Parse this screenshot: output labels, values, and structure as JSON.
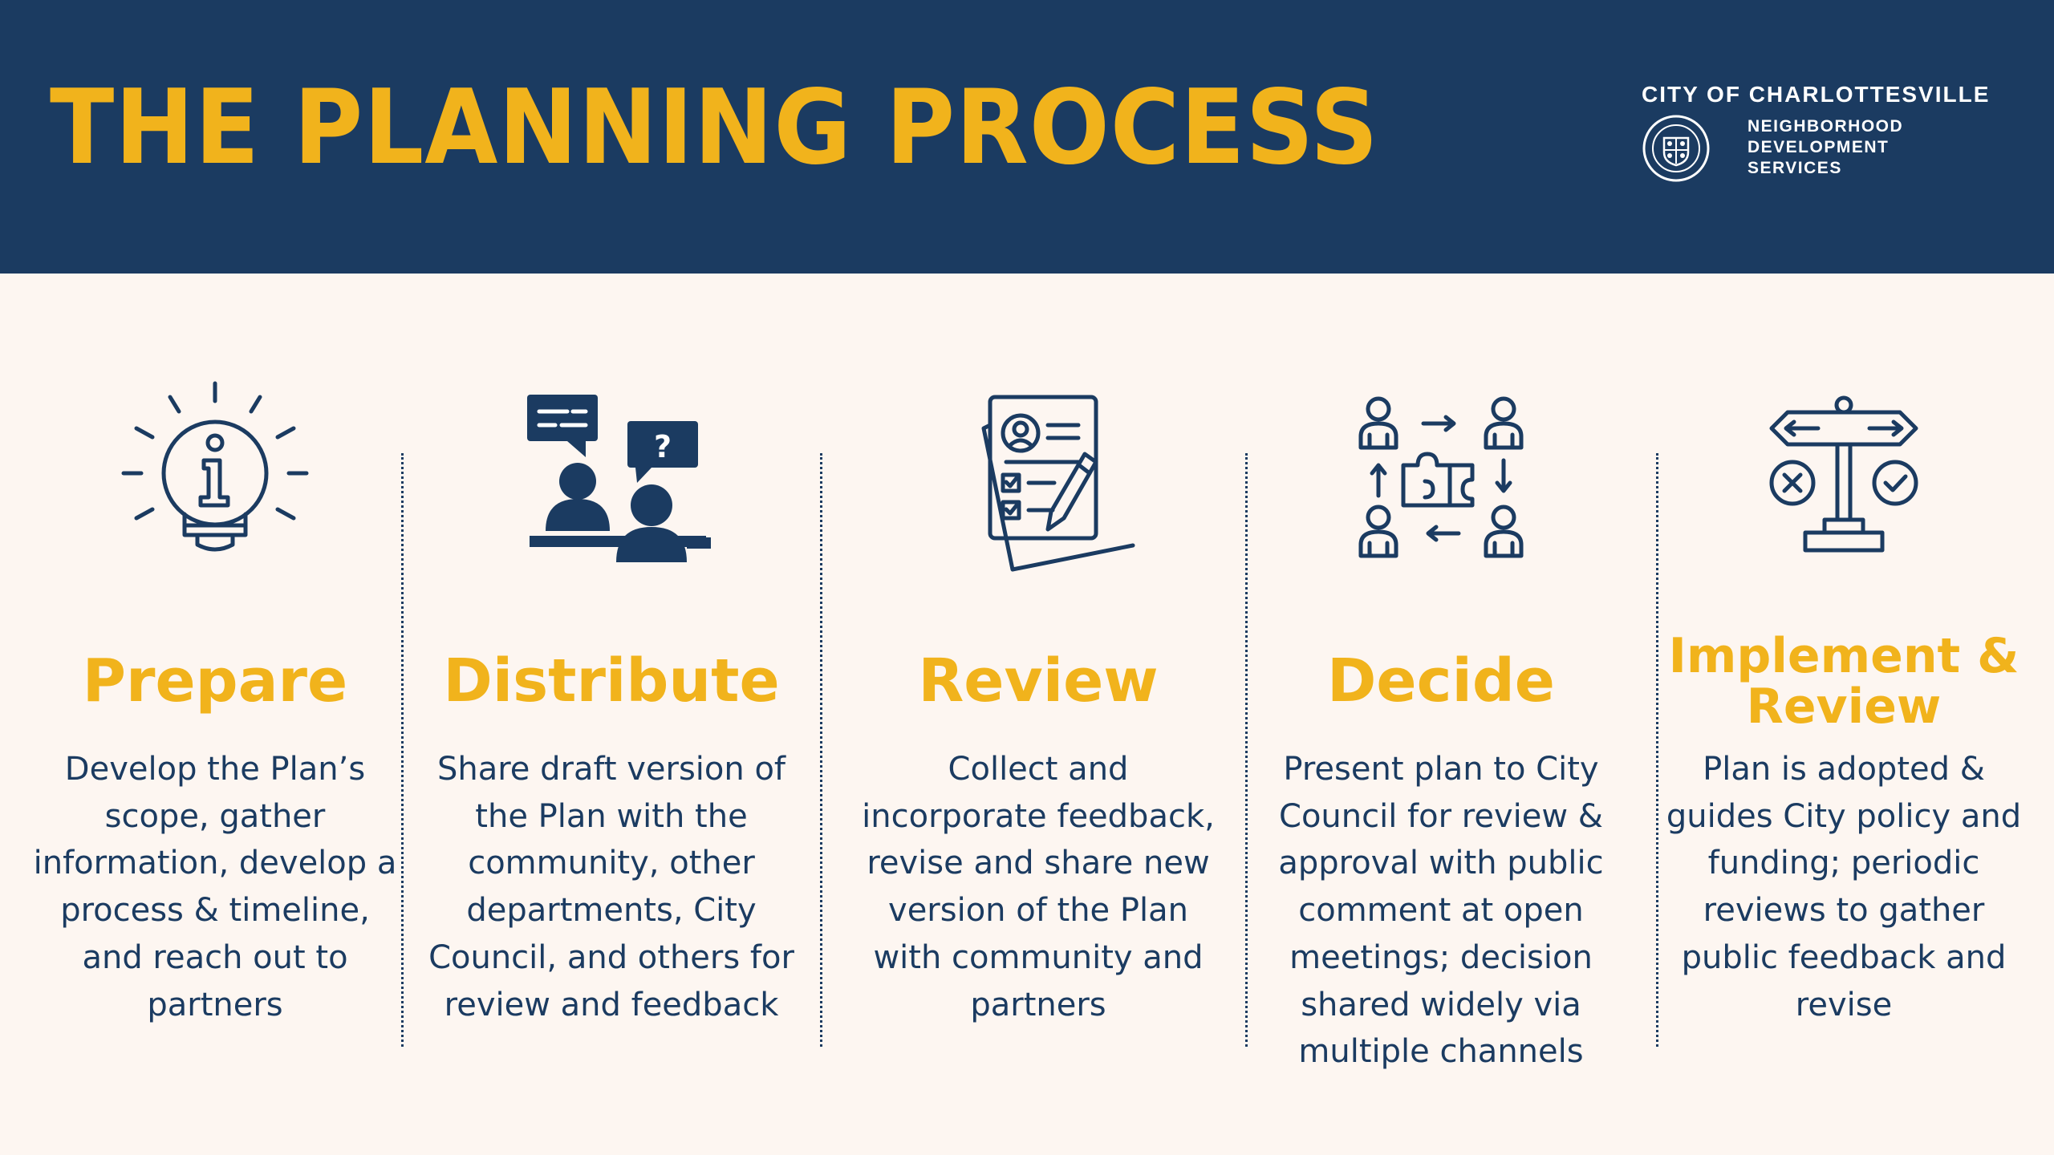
{
  "header": {
    "title": "THE PLANNING PROCESS",
    "org": "CITY OF CHARLOTTESVILLE",
    "dept_lines": [
      "NEIGHBORHOOD",
      "DEVELOPMENT",
      "SERVICES"
    ]
  },
  "colors": {
    "navy": "#1b3b61",
    "gold": "#f1b31c",
    "background": "#fdf6f1"
  },
  "steps": [
    {
      "icon": "lightbulb-info-icon",
      "title": "Prepare",
      "description": "Develop the Plan’s scope, gather information, develop a process & timeline, and reach out to partners"
    },
    {
      "icon": "discussion-icon",
      "title": "Distribute",
      "description": "Share draft version of the Plan with the community, other departments, City Council, and others for review and feedback"
    },
    {
      "icon": "document-review-icon",
      "title": "Review",
      "description": "Collect and incorporate feedback, revise and share new version of the Plan with community and partners"
    },
    {
      "icon": "collaboration-puzzle-icon",
      "title": "Decide",
      "description": "Present plan to City Council for review & approval with public comment at open meetings; decision shared widely via multiple channels"
    },
    {
      "icon": "signpost-decision-icon",
      "title": "Implement & Review",
      "description": "Plan is adopted & guides City policy and funding; periodic reviews to gather public feedback and revise"
    }
  ]
}
